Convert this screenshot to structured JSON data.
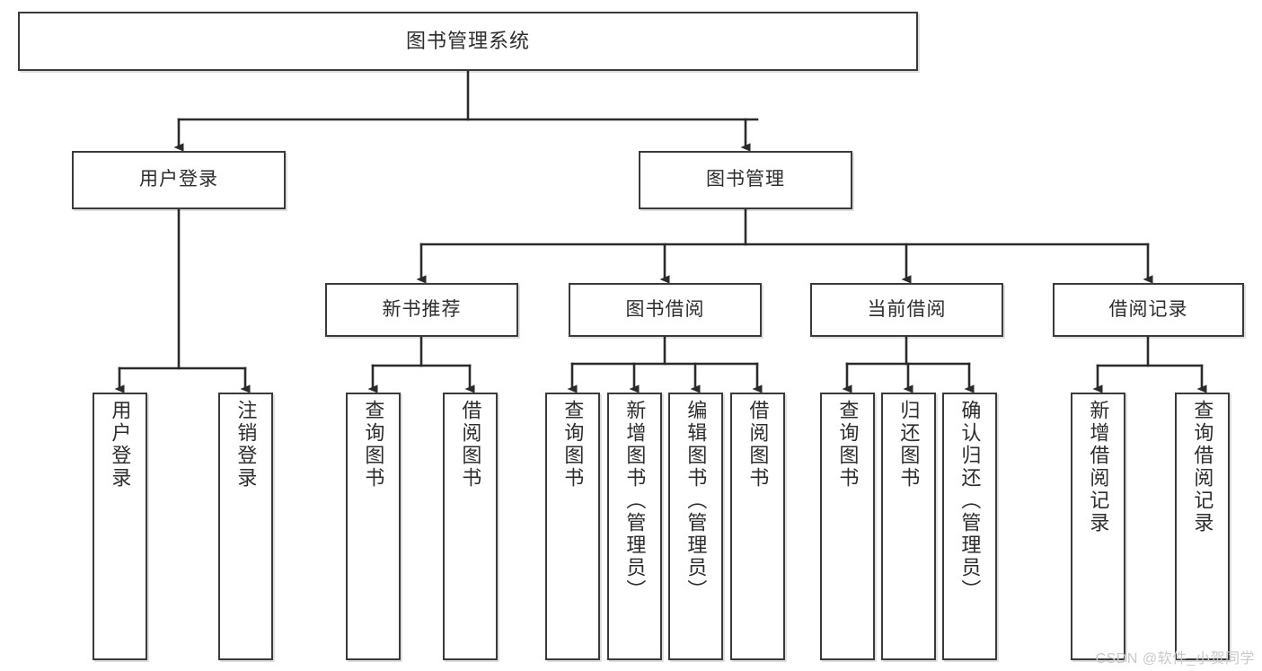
{
  "diagram": {
    "type": "tree-hierarchy",
    "title": "图书管理系统",
    "orientation": "top-down",
    "colors": {
      "box_border": "#3a3a3a",
      "box_fill": "#ffffff",
      "edge": "#2b2b2b",
      "text": "#2d2d2d",
      "watermark": "#c9c9c9"
    },
    "watermark": "CSDN @软件_小贺同学",
    "nodes": {
      "root": {
        "label": "图书管理系统"
      },
      "level2": [
        {
          "label": "用户登录"
        },
        {
          "label": "图书管理"
        }
      ],
      "level3": [
        {
          "label": "新书推荐"
        },
        {
          "label": "图书借阅"
        },
        {
          "label": "当前借阅"
        },
        {
          "label": "借阅记录"
        }
      ],
      "leaves": {
        "user_login": [
          {
            "label": "用户登录"
          },
          {
            "label": "注销登录"
          }
        ],
        "new_book_recommend": [
          {
            "label": "查询图书"
          },
          {
            "label": "借阅图书"
          }
        ],
        "book_borrow": [
          {
            "label": "查询图书"
          },
          {
            "label": "新增图书（管理员）"
          },
          {
            "label": "编辑图书（管理员）"
          },
          {
            "label": "借阅图书"
          }
        ],
        "current_borrow": [
          {
            "label": "查询图书"
          },
          {
            "label": "归还图书"
          },
          {
            "label": "确认归还（管理员）"
          }
        ],
        "borrow_record": [
          {
            "label": "新增借阅记录"
          },
          {
            "label": "查询借阅记录"
          }
        ]
      }
    }
  }
}
